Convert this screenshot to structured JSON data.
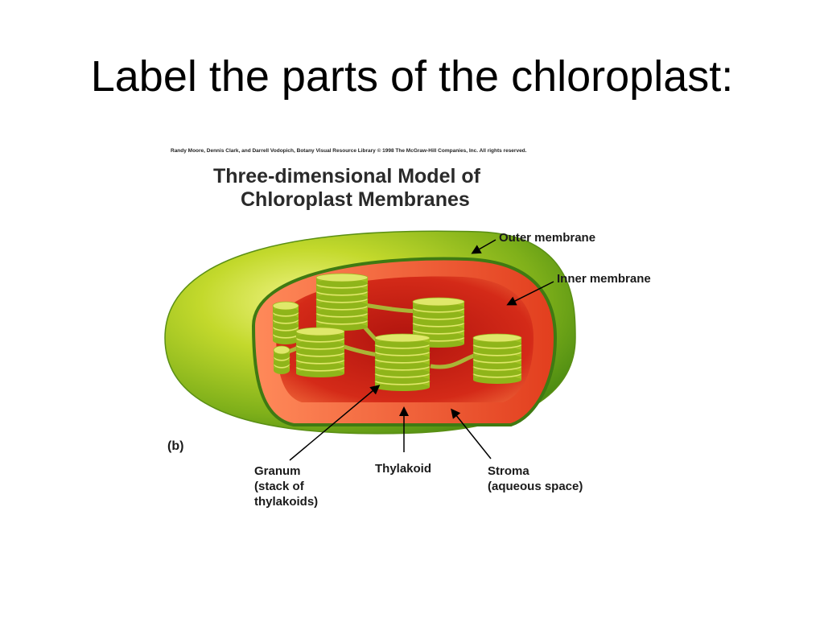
{
  "slide": {
    "title": "Label the parts of the chloroplast:"
  },
  "figure": {
    "credit": "Randy Moore, Dennis Clark, and Darrell Vodopich, Botany Visual Resource Library © 1998 The McGraw-Hill Companies, Inc. All rights reserved.",
    "title_line1": "Three-dimensional Model of",
    "title_line2": "Chloroplast Membranes",
    "panel_letter": "(b)",
    "labels": {
      "outer_membrane": "Outer membrane",
      "inner_membrane": "Inner membrane",
      "granum_line1": "Granum",
      "granum_line2": "(stack of",
      "granum_line3": "thylakoids)",
      "thylakoid": "Thylakoid",
      "stroma_line1": "Stroma",
      "stroma_line2": "(aqueous space)"
    },
    "colors": {
      "outer_green": "#9cc21a",
      "inner_red": "#e8452a",
      "thylakoid_yellow": "#d6e04a"
    }
  }
}
